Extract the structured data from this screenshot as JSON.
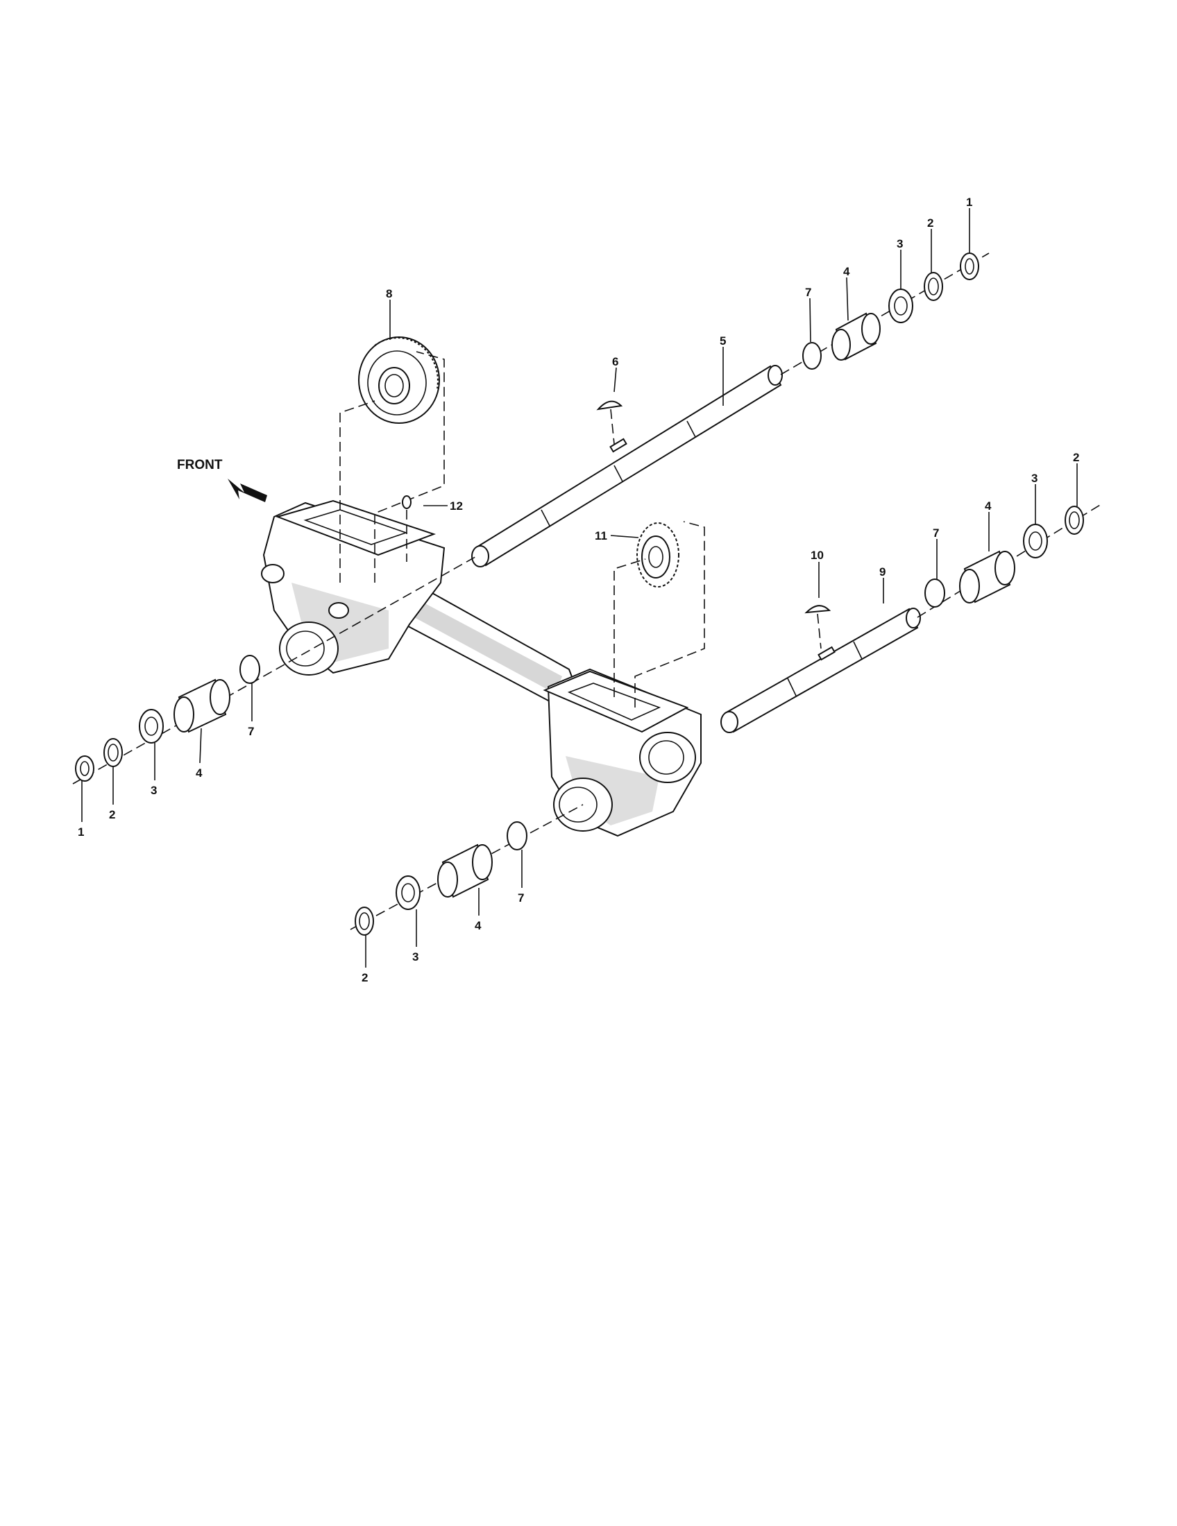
{
  "diagram": {
    "front_label": "FRONT",
    "callouts": [
      "1",
      "2",
      "3",
      "4",
      "5",
      "6",
      "7",
      "8",
      "9",
      "10",
      "11",
      "12"
    ]
  }
}
